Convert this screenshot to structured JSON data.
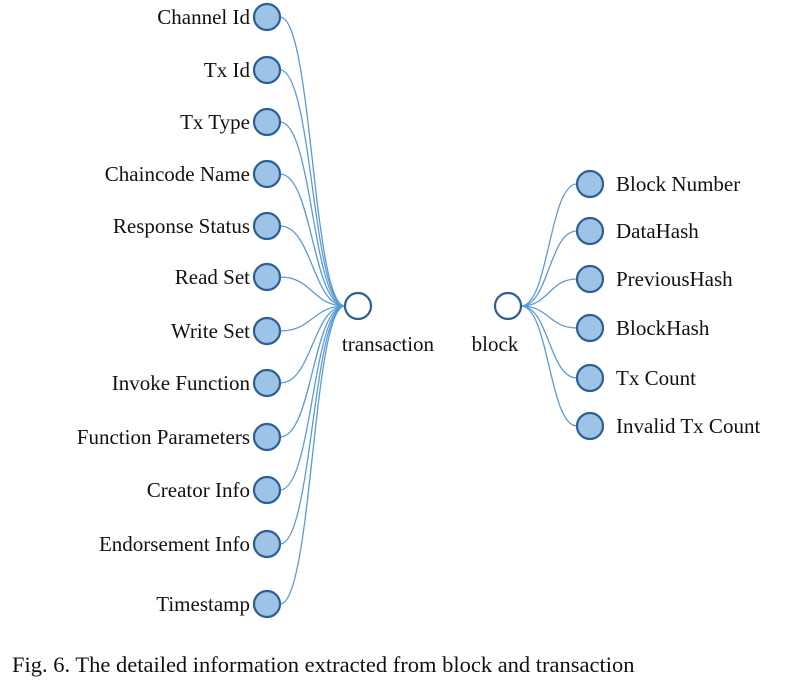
{
  "colors": {
    "link": "#5b9bd5",
    "leaf_fill": "#9dc3e6",
    "leaf_stroke": "#2e5f94",
    "root_fill": "#ffffff",
    "root_stroke": "#2e5f94"
  },
  "transaction": {
    "label": "transaction",
    "children": [
      "Channel Id",
      "Tx Id",
      "Tx Type",
      "Chaincode Name",
      "Response Status",
      "Read Set",
      "Write Set",
      "Invoke Function",
      "Function Parameters",
      "Creator Info",
      "Endorsement Info",
      "Timestamp"
    ]
  },
  "block": {
    "label": "block",
    "children": [
      "Block Number",
      "DataHash",
      "PreviousHash",
      "BlockHash",
      "Tx Count",
      "Invalid Tx Count"
    ]
  },
  "caption": "Fig. 6.   The detailed information extracted from block and transaction"
}
